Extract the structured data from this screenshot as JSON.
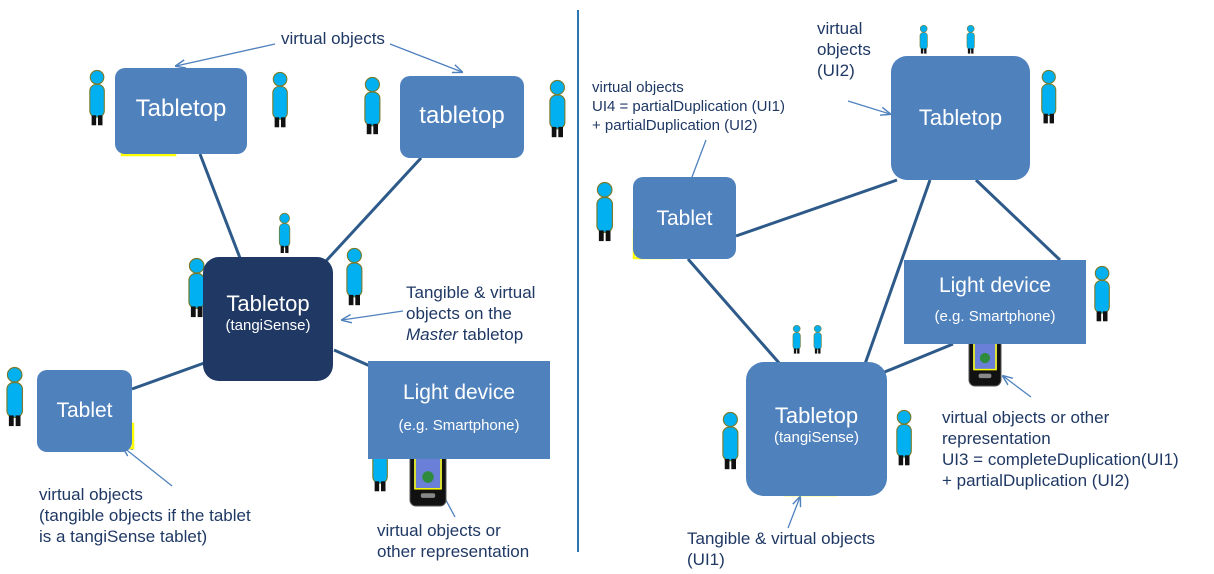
{
  "colors": {
    "device_blue": "#4f81bd",
    "master_navy": "#1f3864",
    "connector": "#2e5a8a",
    "highlight_yellow": "#ffff00",
    "virtual_green": "#00b050",
    "person_cyan": "#00b0f0",
    "text_navy": "#1f3864"
  },
  "icons": [
    "person-icon",
    "smartphone-icon",
    "tangible-object-icon",
    "virtual-object-marker"
  ],
  "left": {
    "label_virtual_objects_top": "virtual objects",
    "tabletop1": "Tabletop",
    "tabletop2": "tabletop",
    "master_title": "Tabletop",
    "master_sub": "(tangiSense)",
    "tablet": "Tablet",
    "light_title": "Light device",
    "light_sub": "(e.g. Smartphone)",
    "master_note": {
      "l1": "Tangible & virtual",
      "l2": "objects on the",
      "l3_em": "Master",
      "l3_rest": " tabletop"
    },
    "tablet_note": {
      "l1": "virtual objects",
      "l2": "(tangible objects if the tablet",
      "l3": "is a tangiSense tablet)"
    },
    "phone_note": {
      "l1": "virtual objects or",
      "l2": "other representation"
    }
  },
  "right": {
    "top_note": {
      "l1": "virtual",
      "l2": "objects",
      "l3": "(UI2)"
    },
    "tabletop": "Tabletop",
    "ui4_note": {
      "l1": "virtual objects",
      "l2": "UI4 = partialDuplication (UI1)",
      "l3": "+ partialDuplication (UI2)"
    },
    "tablet": "Tablet",
    "light_title": "Light device",
    "light_sub": "(e.g. Smartphone)",
    "master_title": "Tabletop",
    "master_sub": "(tangiSense)",
    "ui3_note": {
      "l1": "virtual objects or other",
      "l2": "representation",
      "l3": "UI3 = completeDuplication(UI1)",
      "l4": "+ partialDuplication (UI2)"
    },
    "bottom_note": {
      "l1": "Tangible & virtual objects",
      "l2": "(UI1)"
    }
  }
}
